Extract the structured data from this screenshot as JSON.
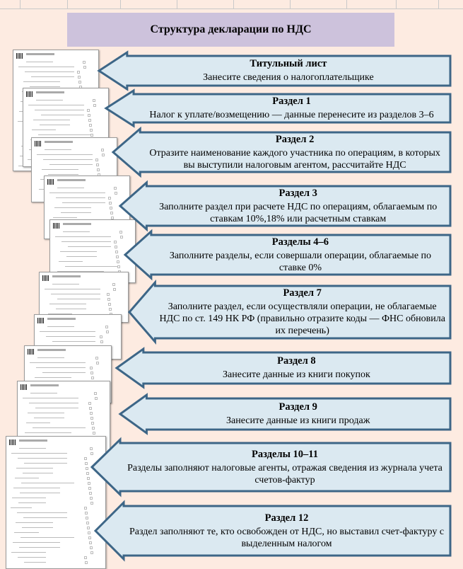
{
  "title": "Структура декларации по НДС",
  "colors": {
    "background": "#fdebe1",
    "title_box": "#cdc2dc",
    "arrow_fill": "#dbe9f1",
    "arrow_border": "#3d6687"
  },
  "sections": [
    {
      "heading": "Титульный лист",
      "text": "Занесите сведения о налогоплательщике"
    },
    {
      "heading": "Раздел 1",
      "text": "Налог к уплате/возмещению — данные перенесите из разделов 3–6"
    },
    {
      "heading": "Раздел 2",
      "text": "Отразите наименование каждого участника по операциям, в которых вы выступили налоговым агентом, рассчитайте НДС"
    },
    {
      "heading": "Раздел 3",
      "text": "Заполните раздел при расчете НДС по операциям, облагаемым по ставкам 10%,18% или расчетным ставкам"
    },
    {
      "heading": "Разделы 4–6",
      "text": "Заполните разделы, если совершали операции, облагаемые по ставке 0%"
    },
    {
      "heading": "Раздел 7",
      "text": "Заполните раздел, если осуществляли операции, не облагаемые НДС по ст. 149 НК РФ (правильно отразите коды — ФНС обновила их перечень)"
    },
    {
      "heading": "Раздел 8",
      "text": "Занесите данные из книги покупок"
    },
    {
      "heading": "Раздел 9",
      "text": "Занесите данные из книги продаж"
    },
    {
      "heading": "Разделы 10–11",
      "text": "Разделы заполняют налоговые агенты, отражая сведения из журнала учета счетов-фактур"
    },
    {
      "heading": "Раздел 12",
      "text": "Раздел заполняют те, кто освобожден от НДС, но выставил счет-фактуру с выделенным налогом"
    }
  ]
}
